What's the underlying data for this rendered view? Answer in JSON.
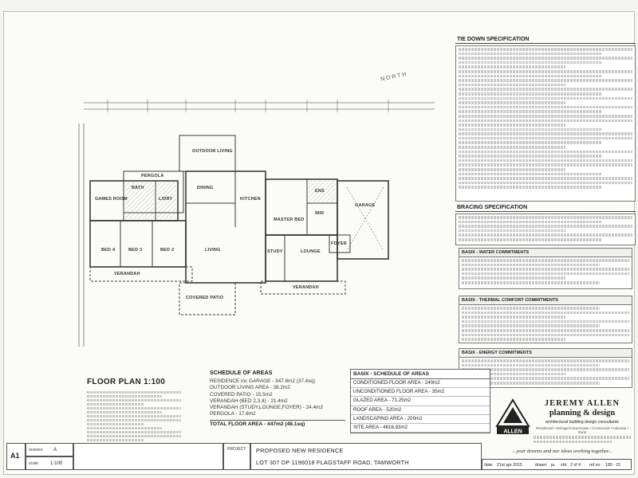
{
  "plan": {
    "north_label": "NORTH",
    "rooms": {
      "outdoor_living": "OUTDOOR LIVING",
      "pergola": "PERGOLA",
      "games_room": "GAMES ROOM",
      "bath": "BATH",
      "l_dry": "L/DRY",
      "dining": "DINING",
      "kitchen": "KITCHEN",
      "master_bed": "MASTER BED",
      "ens": "ENS",
      "wir": "WIR",
      "garage": "GARAGE",
      "foyer": "FOYER",
      "bed4": "BED 4",
      "bed3": "BED 3",
      "bed2": "BED 2",
      "living": "LIVING",
      "study": "STUDY",
      "lounge": "LOUNGE",
      "verandah_left": "VERANDAH",
      "verandah_right": "VERANDAH",
      "covered_patio": "COVERED PATIO"
    }
  },
  "spec": {
    "tie_down_title": "TIE DOWN SPECIFICATION",
    "bracing_title": "BRACING SPECIFICATION"
  },
  "basix": {
    "water": "BASIX - WATER COMMITMENTS",
    "thermal": "BASIX - THERMAL COMFORT COMMITMENTS",
    "energy": "BASIX - ENERGY COMMITMENTS"
  },
  "floor_plan_title": "FLOOR PLAN 1:100",
  "schedule_areas": {
    "title": "SCHEDULE OF AREAS",
    "rows": [
      "RESIDENCE inc GARAGE - 347.6m2 (37.4sq)",
      "OUTDOOR LIVING AREA - 38.2m2",
      "COVERED PATIO - 15.5m2",
      "VERANDAH (BED 2,3,4) - 21.4m2",
      "VERANDAH (STUDY,LOUNGE,FOYER) - 24.4m2",
      "PERGOLA - 17.8m2"
    ],
    "total": "TOTAL FLOOR AREA - 447m2 (48.1sq)"
  },
  "schedule_basix": {
    "title": "BASIX - SCHEDULE OF AREAS",
    "rows": [
      "CONDITIONED FLOOR AREA - 240m2",
      "UNCONDITIONED FLOOR AREA - 35m2",
      "GLAZED AREA - 71.25m2",
      "ROOF AREA - 520m2",
      "LANDSCAPING AREA - 200m2",
      "SITE AREA - 4616.83m2"
    ]
  },
  "brand": {
    "logo_text": "ALLEN",
    "name_line1": "JEREMY ALLEN",
    "name_line2": "planning & design",
    "tagline": "architectural building design consultants",
    "sectors": "Residential • Heritage/Conservation • Commercial • Industrial • Rural",
    "slogan": "...your dreams and our ideas working together..."
  },
  "titleblock": {
    "sheet": "A1",
    "revision_label": "revision:",
    "revision": "A",
    "scale_label": "scale:",
    "scale": "1:100",
    "project_label": "PROJECT",
    "project_line1": "PROPOSED NEW RESIDENCE",
    "project_line2": "LOT 307 DP 1196018 FLAGSTAFF ROAD, TAMWORTH",
    "date_label": "date:",
    "date": "21st apr 2015",
    "drawn_label": "drawn:",
    "drawn": "ja",
    "sheet_label": "sht:",
    "sheet_of": "2 of 4",
    "ref_label": "ref no:",
    "ref": "180 - 15"
  },
  "colors": {
    "line": "#3a3a3a",
    "hatch": "#777777",
    "paper": "#fbfbf8"
  }
}
